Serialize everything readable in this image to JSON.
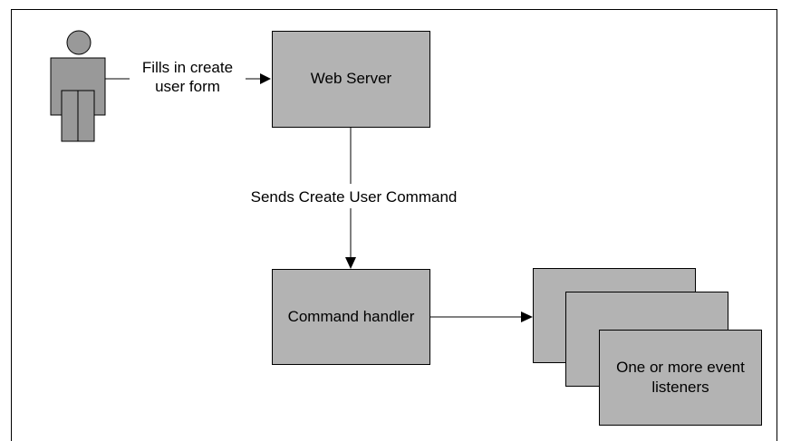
{
  "nodes": {
    "web_server": "Web Server",
    "command_handler": "Command handler",
    "event_listeners": "One or more event listeners"
  },
  "edges": {
    "user_to_web": "Fills in create user form",
    "web_to_handler": "Sends Create User Command"
  },
  "colors": {
    "box_fill": "#b3b3b3",
    "person_fill": "#999999",
    "line": "#000000"
  },
  "icons": [
    "person-icon"
  ]
}
